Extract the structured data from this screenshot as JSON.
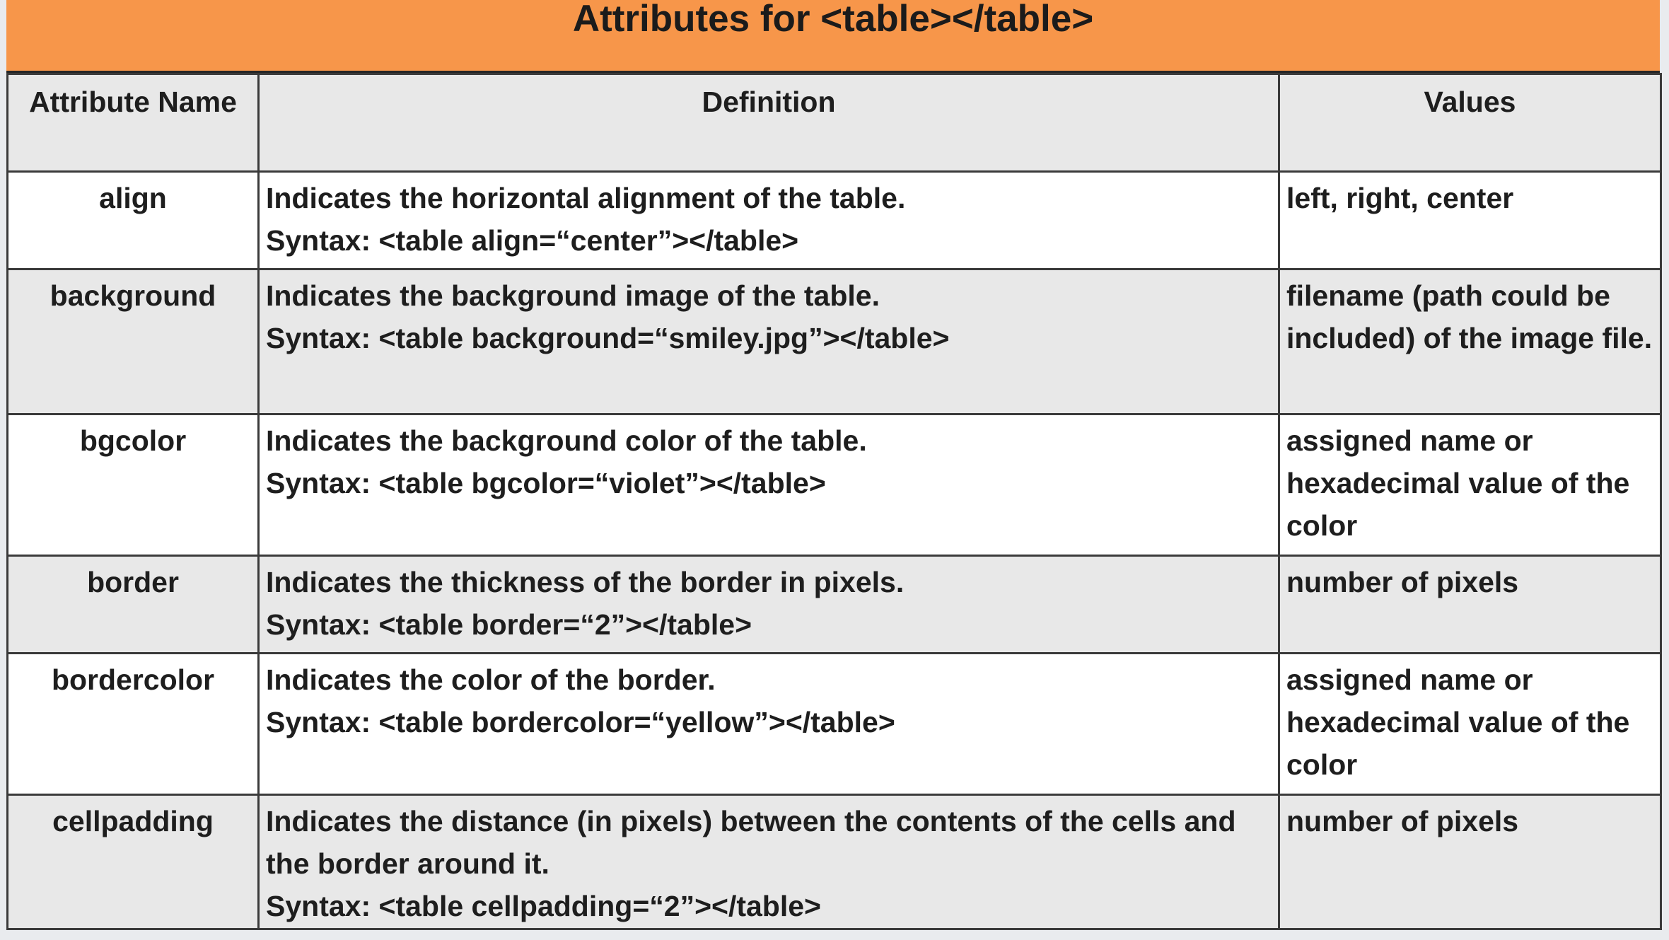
{
  "title": "Attributes for <table></table>",
  "headers": {
    "name": "Attribute Name",
    "definition": "Definition",
    "values": "Values"
  },
  "rows": [
    {
      "name": "align",
      "definition": "Indicates the horizontal alignment of the table.",
      "syntax": "Syntax:  <table align=“center”></table>",
      "values": "left, right, center"
    },
    {
      "name": "background",
      "definition": "Indicates the background image of the table.",
      "syntax": "Syntax: <table background=“smiley.jpg”></table>",
      "values": "filename (path could be included) of the image file."
    },
    {
      "name": "bgcolor",
      "definition": "Indicates the background color of the table.",
      "syntax": "Syntax:  <table bgcolor=“violet”></table>",
      "values": "assigned name or hexadecimal value of the color"
    },
    {
      "name": "border",
      "definition": "Indicates the thickness of the border in pixels.",
      "syntax": "Syntax:  <table border=“2”></table>",
      "values": "number of pixels"
    },
    {
      "name": "bordercolor",
      "definition": "Indicates the color of the border.",
      "syntax": "Syntax:  <table bordercolor=“yellow”></table>",
      "values": "assigned name or hexadecimal value of the color"
    },
    {
      "name": "cellpadding",
      "definition": "Indicates the distance (in pixels) between the contents of the cells and the border around it.",
      "syntax": "Syntax:  <table cellpadding=“2”></table>",
      "values": "number of pixels"
    }
  ],
  "colors": {
    "title_bar": "#f7964a",
    "header_row": "#e8e8e8",
    "shaded_row": "#e8e8e8",
    "border": "#3a3a3a",
    "accent_line": "#52b7d6"
  }
}
